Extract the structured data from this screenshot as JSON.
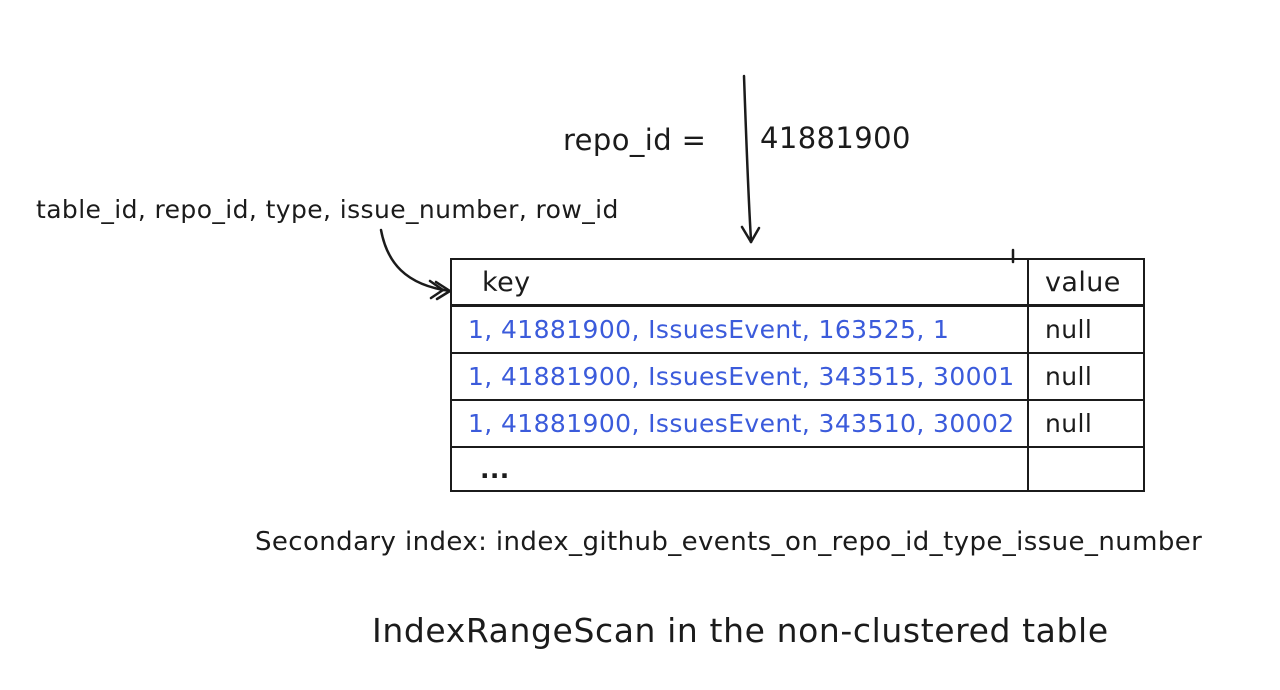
{
  "colors": {
    "ink": "#1b1b1b",
    "key_text": "#3b5bdb",
    "background": "#ffffff"
  },
  "annotations": {
    "repo_filter_label": "repo_id =",
    "repo_filter_value": "41881900",
    "key_columns_label": "table_id, repo_id, type, issue_number, row_id"
  },
  "index_table": {
    "headers": {
      "key": "key",
      "value": "value"
    },
    "rows": [
      {
        "key": "1, 41881900, IssuesEvent, 163525, 1",
        "value": "null"
      },
      {
        "key": "1, 41881900, IssuesEvent, 343515, 30001",
        "value": "null"
      },
      {
        "key": "1, 41881900, IssuesEvent, 343510, 30002",
        "value": "null"
      },
      {
        "key": "...",
        "value": ""
      }
    ]
  },
  "captions": {
    "secondary_index": "Secondary index: index_github_events_on_repo_id_type_issue_number",
    "title": "IndexRangeScan in the non-clustered table"
  }
}
